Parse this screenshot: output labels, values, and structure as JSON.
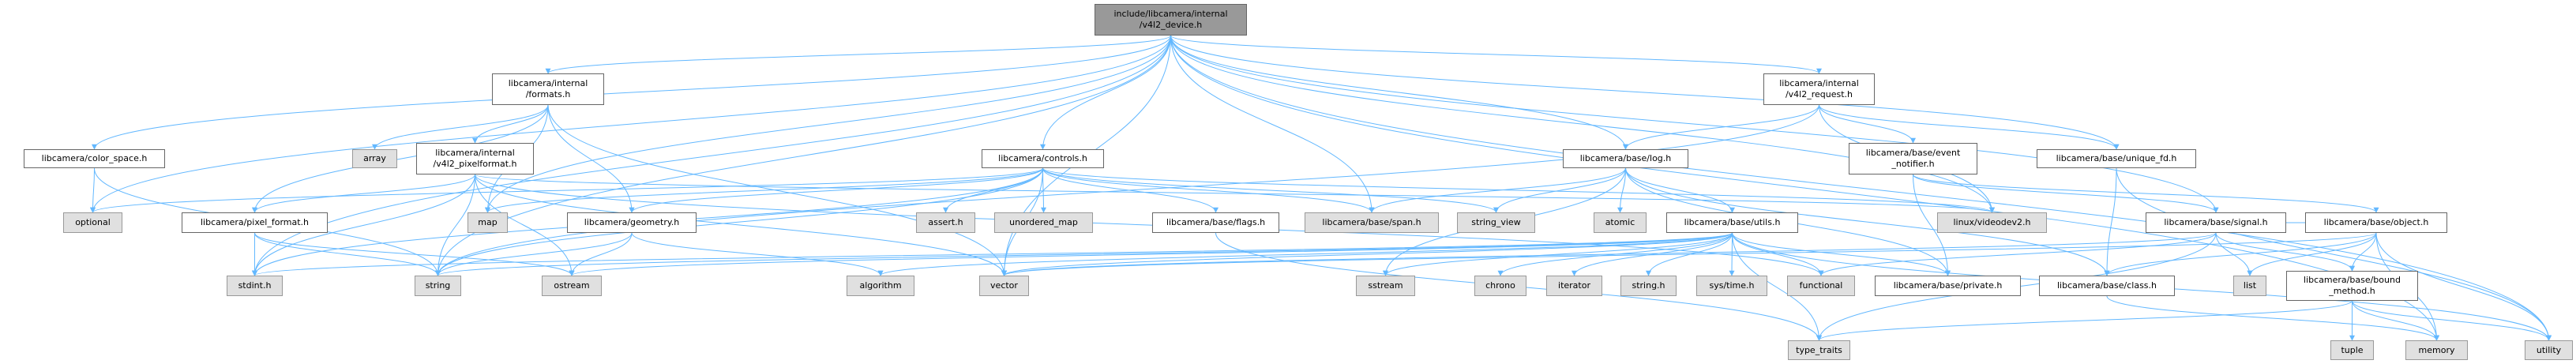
{
  "title": "include/libcamera/internal/v4l2_device.h include dependency graph",
  "colors": {
    "edge": "#63b8ff",
    "root_fill": "#999999",
    "project_fill": "#ffffff",
    "system_fill": "#e0e0e0"
  },
  "nodes": [
    {
      "id": "root",
      "label": "include/libcamera/internal\n/v4l2_device.h",
      "kind": "root"
    },
    {
      "id": "formats",
      "label": "libcamera/internal\n/formats.h",
      "kind": "project"
    },
    {
      "id": "v4l2_request",
      "label": "libcamera/internal\n/v4l2_request.h",
      "kind": "project"
    },
    {
      "id": "color_space",
      "label": "libcamera/color_space.h",
      "kind": "project"
    },
    {
      "id": "array",
      "label": "array",
      "kind": "system"
    },
    {
      "id": "v4l2_pixelformat",
      "label": "libcamera/internal\n/v4l2_pixelformat.h",
      "kind": "project"
    },
    {
      "id": "controls",
      "label": "libcamera/controls.h",
      "kind": "project"
    },
    {
      "id": "log",
      "label": "libcamera/base/log.h",
      "kind": "project"
    },
    {
      "id": "event_notifier",
      "label": "libcamera/base/event\n_notifier.h",
      "kind": "project"
    },
    {
      "id": "unique_fd",
      "label": "libcamera/base/unique_fd.h",
      "kind": "project"
    },
    {
      "id": "optional",
      "label": "optional",
      "kind": "system"
    },
    {
      "id": "pixel_format",
      "label": "libcamera/pixel_format.h",
      "kind": "project"
    },
    {
      "id": "map",
      "label": "map",
      "kind": "system"
    },
    {
      "id": "geometry",
      "label": "libcamera/geometry.h",
      "kind": "project"
    },
    {
      "id": "assert",
      "label": "assert.h",
      "kind": "system"
    },
    {
      "id": "unordered_map",
      "label": "unordered_map",
      "kind": "system"
    },
    {
      "id": "flags",
      "label": "libcamera/base/flags.h",
      "kind": "project"
    },
    {
      "id": "span",
      "label": "libcamera/base/span.h",
      "kind": "system"
    },
    {
      "id": "string_view",
      "label": "string_view",
      "kind": "system"
    },
    {
      "id": "atomic",
      "label": "atomic",
      "kind": "system"
    },
    {
      "id": "utils",
      "label": "libcamera/base/utils.h",
      "kind": "project"
    },
    {
      "id": "videodev2",
      "label": "linux/videodev2.h",
      "kind": "system"
    },
    {
      "id": "signal",
      "label": "libcamera/base/signal.h",
      "kind": "project"
    },
    {
      "id": "object",
      "label": "libcamera/base/object.h",
      "kind": "project"
    },
    {
      "id": "stdint",
      "label": "stdint.h",
      "kind": "system"
    },
    {
      "id": "string",
      "label": "string",
      "kind": "system"
    },
    {
      "id": "ostream",
      "label": "ostream",
      "kind": "system"
    },
    {
      "id": "algorithm",
      "label": "algorithm",
      "kind": "system"
    },
    {
      "id": "vector",
      "label": "vector",
      "kind": "system"
    },
    {
      "id": "sstream",
      "label": "sstream",
      "kind": "system"
    },
    {
      "id": "chrono",
      "label": "chrono",
      "kind": "system"
    },
    {
      "id": "iterator",
      "label": "iterator",
      "kind": "system"
    },
    {
      "id": "string_h",
      "label": "string.h",
      "kind": "system"
    },
    {
      "id": "sys_time",
      "label": "sys/time.h",
      "kind": "system"
    },
    {
      "id": "functional",
      "label": "functional",
      "kind": "system"
    },
    {
      "id": "private",
      "label": "libcamera/base/private.h",
      "kind": "project"
    },
    {
      "id": "class",
      "label": "libcamera/base/class.h",
      "kind": "project"
    },
    {
      "id": "list",
      "label": "list",
      "kind": "system"
    },
    {
      "id": "bound_method",
      "label": "libcamera/base/bound\n_method.h",
      "kind": "project"
    },
    {
      "id": "type_traits",
      "label": "type_traits",
      "kind": "system"
    },
    {
      "id": "tuple",
      "label": "tuple",
      "kind": "system"
    },
    {
      "id": "memory",
      "label": "memory",
      "kind": "system"
    },
    {
      "id": "utility",
      "label": "utility",
      "kind": "system"
    }
  ],
  "edges": [
    [
      "root",
      "formats"
    ],
    [
      "root",
      "v4l2_request"
    ],
    [
      "root",
      "color_space"
    ],
    [
      "root",
      "controls"
    ],
    [
      "root",
      "log"
    ],
    [
      "root",
      "unique_fd"
    ],
    [
      "root",
      "signal"
    ],
    [
      "root",
      "span"
    ],
    [
      "root",
      "videodev2"
    ],
    [
      "root",
      "map"
    ],
    [
      "root",
      "optional"
    ],
    [
      "root",
      "stdint"
    ],
    [
      "root",
      "string"
    ],
    [
      "root",
      "vector"
    ],
    [
      "root",
      "memory"
    ],
    [
      "root",
      "utility"
    ],
    [
      "formats",
      "array"
    ],
    [
      "formats",
      "v4l2_pixelformat"
    ],
    [
      "formats",
      "pixel_format"
    ],
    [
      "formats",
      "geometry"
    ],
    [
      "formats",
      "vector"
    ],
    [
      "formats",
      "map"
    ],
    [
      "v4l2_pixelformat",
      "pixel_format"
    ],
    [
      "v4l2_pixelformat",
      "stdint"
    ],
    [
      "v4l2_pixelformat",
      "string"
    ],
    [
      "v4l2_pixelformat",
      "ostream"
    ],
    [
      "v4l2_pixelformat",
      "vector"
    ],
    [
      "v4l2_pixelformat",
      "functional"
    ],
    [
      "v4l2_pixelformat",
      "videodev2"
    ],
    [
      "color_space",
      "optional"
    ],
    [
      "color_space",
      "string"
    ],
    [
      "pixel_format",
      "stdint"
    ],
    [
      "pixel_format",
      "string"
    ],
    [
      "pixel_format",
      "ostream"
    ],
    [
      "geometry",
      "algorithm"
    ],
    [
      "geometry",
      "ostream"
    ],
    [
      "geometry",
      "string"
    ],
    [
      "controls",
      "assert"
    ],
    [
      "controls",
      "unordered_map"
    ],
    [
      "controls",
      "flags"
    ],
    [
      "controls",
      "span"
    ],
    [
      "controls",
      "vector"
    ],
    [
      "controls",
      "map"
    ],
    [
      "controls",
      "optional"
    ],
    [
      "controls",
      "stdint"
    ],
    [
      "controls",
      "string"
    ],
    [
      "controls",
      "string_view"
    ],
    [
      "controls",
      "geometry"
    ],
    [
      "controls",
      "videodev2"
    ],
    [
      "flags",
      "type_traits"
    ],
    [
      "v4l2_request",
      "log"
    ],
    [
      "v4l2_request",
      "event_notifier"
    ],
    [
      "v4l2_request",
      "unique_fd"
    ],
    [
      "v4l2_request",
      "videodev2"
    ],
    [
      "v4l2_request",
      "string"
    ],
    [
      "log",
      "atomic"
    ],
    [
      "log",
      "utils"
    ],
    [
      "log",
      "string_view"
    ],
    [
      "log",
      "sstream"
    ],
    [
      "log",
      "class"
    ],
    [
      "log",
      "private"
    ],
    [
      "log",
      "span"
    ],
    [
      "utils",
      "algorithm"
    ],
    [
      "utils",
      "chrono"
    ],
    [
      "utils",
      "iterator"
    ],
    [
      "utils",
      "string_h"
    ],
    [
      "utils",
      "sys_time"
    ],
    [
      "utils",
      "functional"
    ],
    [
      "utils",
      "sstream"
    ],
    [
      "utils",
      "stdint"
    ],
    [
      "utils",
      "string"
    ],
    [
      "utils",
      "vector"
    ],
    [
      "utils",
      "ostream"
    ],
    [
      "utils",
      "type_traits"
    ],
    [
      "utils",
      "private"
    ],
    [
      "utils",
      "utility"
    ],
    [
      "event_notifier",
      "signal"
    ],
    [
      "event_notifier",
      "object"
    ],
    [
      "event_notifier",
      "private"
    ],
    [
      "unique_fd",
      "class"
    ],
    [
      "unique_fd",
      "utility"
    ],
    [
      "signal",
      "list"
    ],
    [
      "signal",
      "bound_method"
    ],
    [
      "signal",
      "functional"
    ],
    [
      "signal",
      "type_traits"
    ],
    [
      "signal",
      "object"
    ],
    [
      "signal",
      "vector"
    ],
    [
      "object",
      "list"
    ],
    [
      "object",
      "bound_method"
    ],
    [
      "object",
      "memory"
    ],
    [
      "object",
      "utility"
    ],
    [
      "object",
      "class"
    ],
    [
      "object",
      "vector"
    ],
    [
      "bound_method",
      "tuple"
    ],
    [
      "bound_method",
      "memory"
    ],
    [
      "bound_method",
      "utility"
    ],
    [
      "bound_method",
      "type_traits"
    ],
    [
      "class",
      "memory"
    ]
  ]
}
